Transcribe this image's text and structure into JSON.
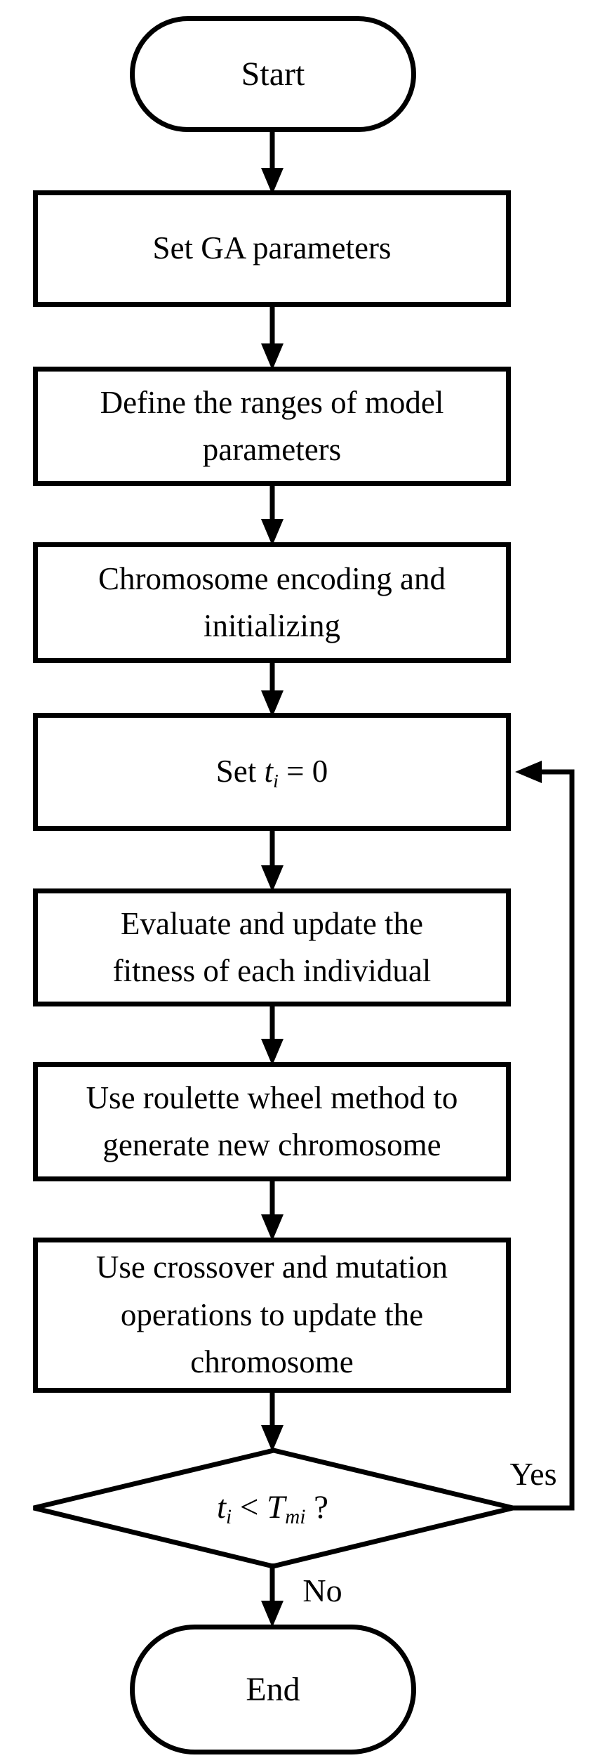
{
  "diagram": {
    "type": "flowchart",
    "background_color": "#ffffff",
    "stroke_color": "#000000",
    "nodes": {
      "start": {
        "shape": "terminator",
        "label": "Start"
      },
      "set_ga_parameters": {
        "shape": "process",
        "label": "Set GA parameters"
      },
      "define_ranges": {
        "shape": "process",
        "label": "Define the ranges of model\nparameters"
      },
      "chromosome_encoding": {
        "shape": "process",
        "label": "Chromosome encoding and\ninitializing"
      },
      "set_ti": {
        "shape": "process",
        "prefix": "Set ",
        "var": "t",
        "var_sub": "i",
        "rest": " = 0"
      },
      "evaluate_fitness": {
        "shape": "process",
        "label": "Evaluate and update the\nfitness of each individual"
      },
      "roulette_wheel": {
        "shape": "process",
        "label": "Use roulette wheel method to\ngenerate new chromosome"
      },
      "crossover_mutation": {
        "shape": "process",
        "label": "Use crossover and mutation\noperations to update the\nchromosome"
      },
      "decision": {
        "shape": "decision",
        "var": "t",
        "var_sub": "i",
        "op": " < ",
        "limit": "T",
        "limit_sub": "mi",
        "suffix": " ?"
      },
      "end": {
        "shape": "terminator",
        "label": "End"
      }
    },
    "edge_labels": {
      "yes": "Yes",
      "no": "No"
    }
  }
}
